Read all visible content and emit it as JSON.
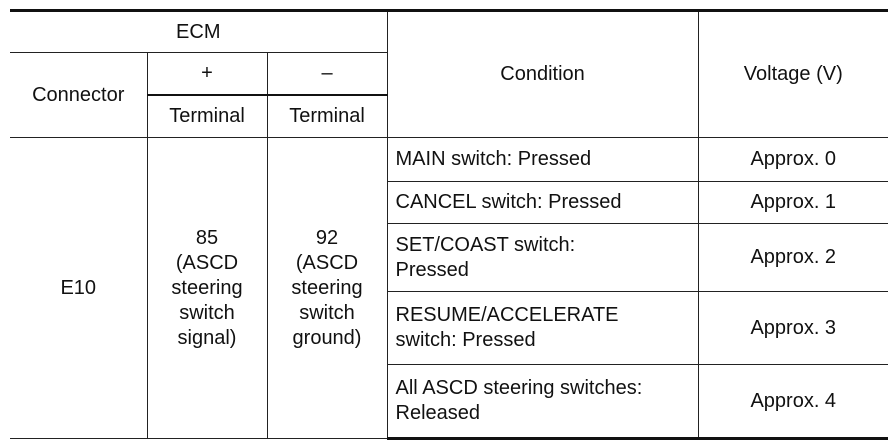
{
  "header": {
    "group": "ECM",
    "connector": "Connector",
    "plus": "+",
    "minus": "–",
    "terminal_plus": "Terminal",
    "terminal_minus": "Terminal",
    "condition": "Condition",
    "voltage": "Voltage (V)"
  },
  "body": {
    "connector": "E10",
    "plus_terminal": "85\n(ASCD\nsteering\nswitch\nsignal)",
    "minus_terminal": "92\n(ASCD\nsteering\nswitch\nground)",
    "rows": [
      {
        "condition": "MAIN switch: Pressed",
        "voltage": "Approx. 0"
      },
      {
        "condition": "CANCEL switch: Pressed",
        "voltage": "Approx. 1"
      },
      {
        "condition": "SET/COAST switch:\nPressed",
        "voltage": "Approx. 2"
      },
      {
        "condition": "RESUME/ACCELERATE\nswitch: Pressed",
        "voltage": "Approx. 3"
      },
      {
        "condition": "All ASCD steering switches:\nReleased",
        "voltage": "Approx. 4"
      }
    ]
  }
}
